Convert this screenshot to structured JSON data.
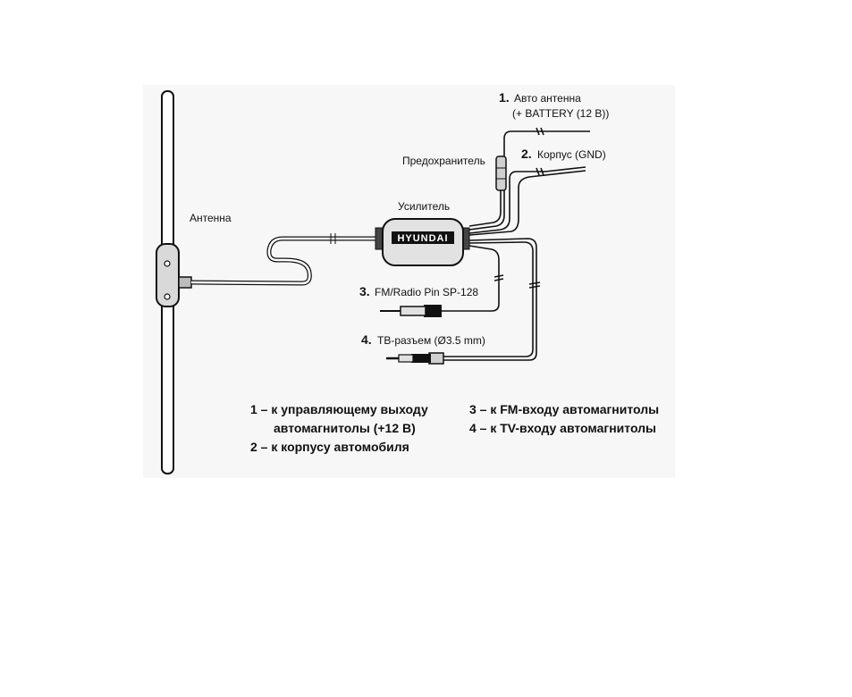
{
  "labels": {
    "antenna": "Антенна",
    "amplifier": "Усилитель",
    "fuse": "Предохранитель",
    "brand": "HYUNDAI"
  },
  "connectors": [
    {
      "num": "1.",
      "text": "Авто антенна",
      "text2": "(+ BATTERY (12 В))"
    },
    {
      "num": "2.",
      "text": "Корпус (GND)"
    },
    {
      "num": "3.",
      "text": "FM/Radio Pin SP-128"
    },
    {
      "num": "4.",
      "text": "ТВ-разъем (Ø3.5 mm)"
    }
  ],
  "legend": {
    "item1_line1": "1 – к управляющему выходу",
    "item1_line2": "автомагнитолы (+12 В)",
    "item2": "2 – к корпусу автомобиля",
    "item3": "3 – к FM-входу автомагнитолы",
    "item4": "4 – к TV-входу автомагнитолы"
  }
}
